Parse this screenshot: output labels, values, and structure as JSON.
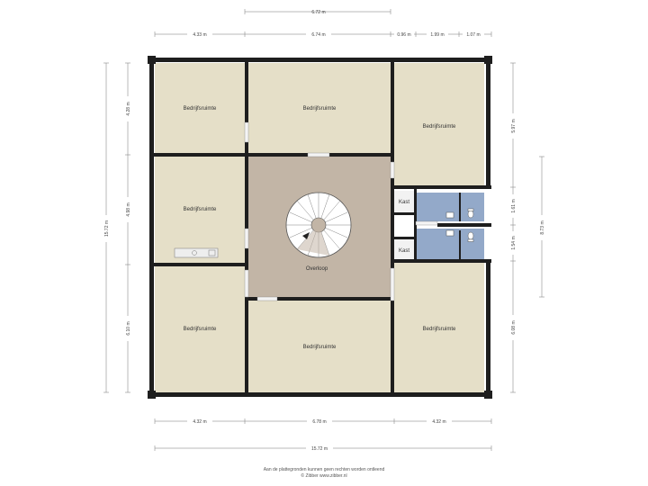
{
  "dimensions": {
    "top_total": "6.72 m",
    "top_segments": [
      "4.33 m",
      "6.74 m",
      "0.96 m",
      "1.99 m",
      "1.07 m"
    ],
    "bottom_segments": [
      "4.32 m",
      "6.78 m",
      "4.32 m"
    ],
    "bottom_total": "15.72 m",
    "left_total": "15.72 m",
    "left_segments": [
      "4.28 m",
      "4.98 m",
      "6.10 m"
    ],
    "right_segments": [
      "5.97 m",
      "1.61 m",
      "1.54 m",
      "6.08 m"
    ],
    "right_total": "8.73 m"
  },
  "rooms": {
    "top_left": "Bedrijfsruimte",
    "top_center": "Bedrijfsruimte",
    "top_right": "Bedrijfsruimte",
    "mid_left": "Bedrijfsruimte",
    "center": "Overloop",
    "kast_top": "Kast",
    "kast_bottom": "Kast",
    "bottom_left": "Bedrijfsruimte",
    "bottom_center": "Bedrijfsruimte",
    "bottom_right": "Bedrijfsruimte"
  },
  "footer": {
    "disclaimer": "Aan de plattegronden kunnen geen rechten worden ontleend",
    "copyright": "© Zibber www.zibber.nl"
  },
  "colors": {
    "room_fill": "#e5dfc8",
    "overloop_fill": "#c2b5a6",
    "bathroom_fill": "#93a9c9",
    "kast_fill": "#f2f2f2",
    "wall": "#1e1e1e"
  }
}
